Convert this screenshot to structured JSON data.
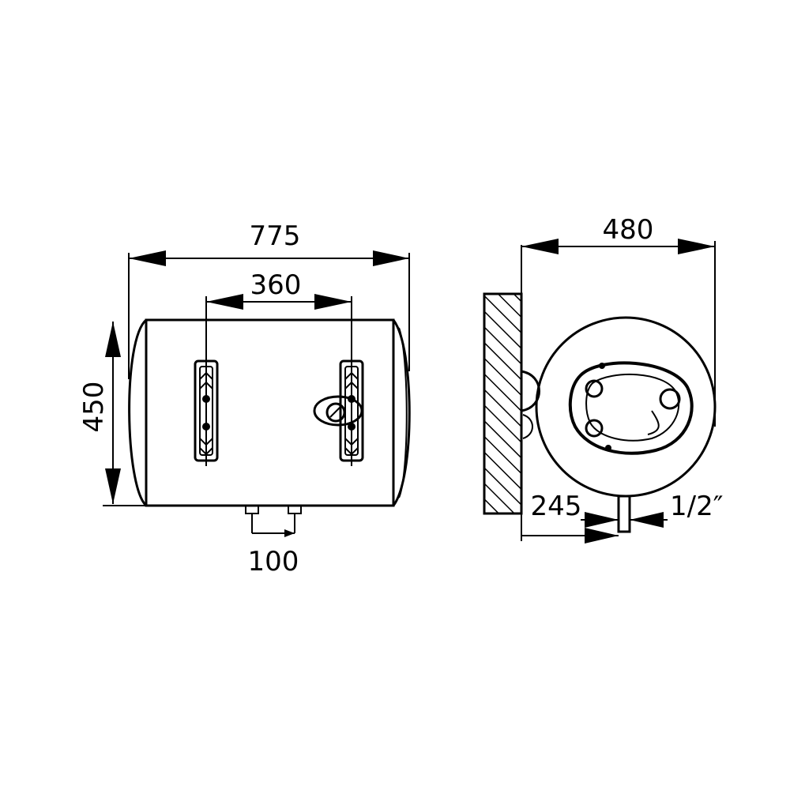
{
  "drawing": {
    "front_view": {
      "width_label": "775",
      "bracket_spacing_label": "360",
      "height_label": "450",
      "pipe_spacing_label": "100"
    },
    "side_view": {
      "depth_label": "480",
      "pipe_offset_label": "245",
      "pipe_size_label": "1/2″"
    }
  },
  "colors": {
    "line": "#000000",
    "background": "#ffffff"
  }
}
